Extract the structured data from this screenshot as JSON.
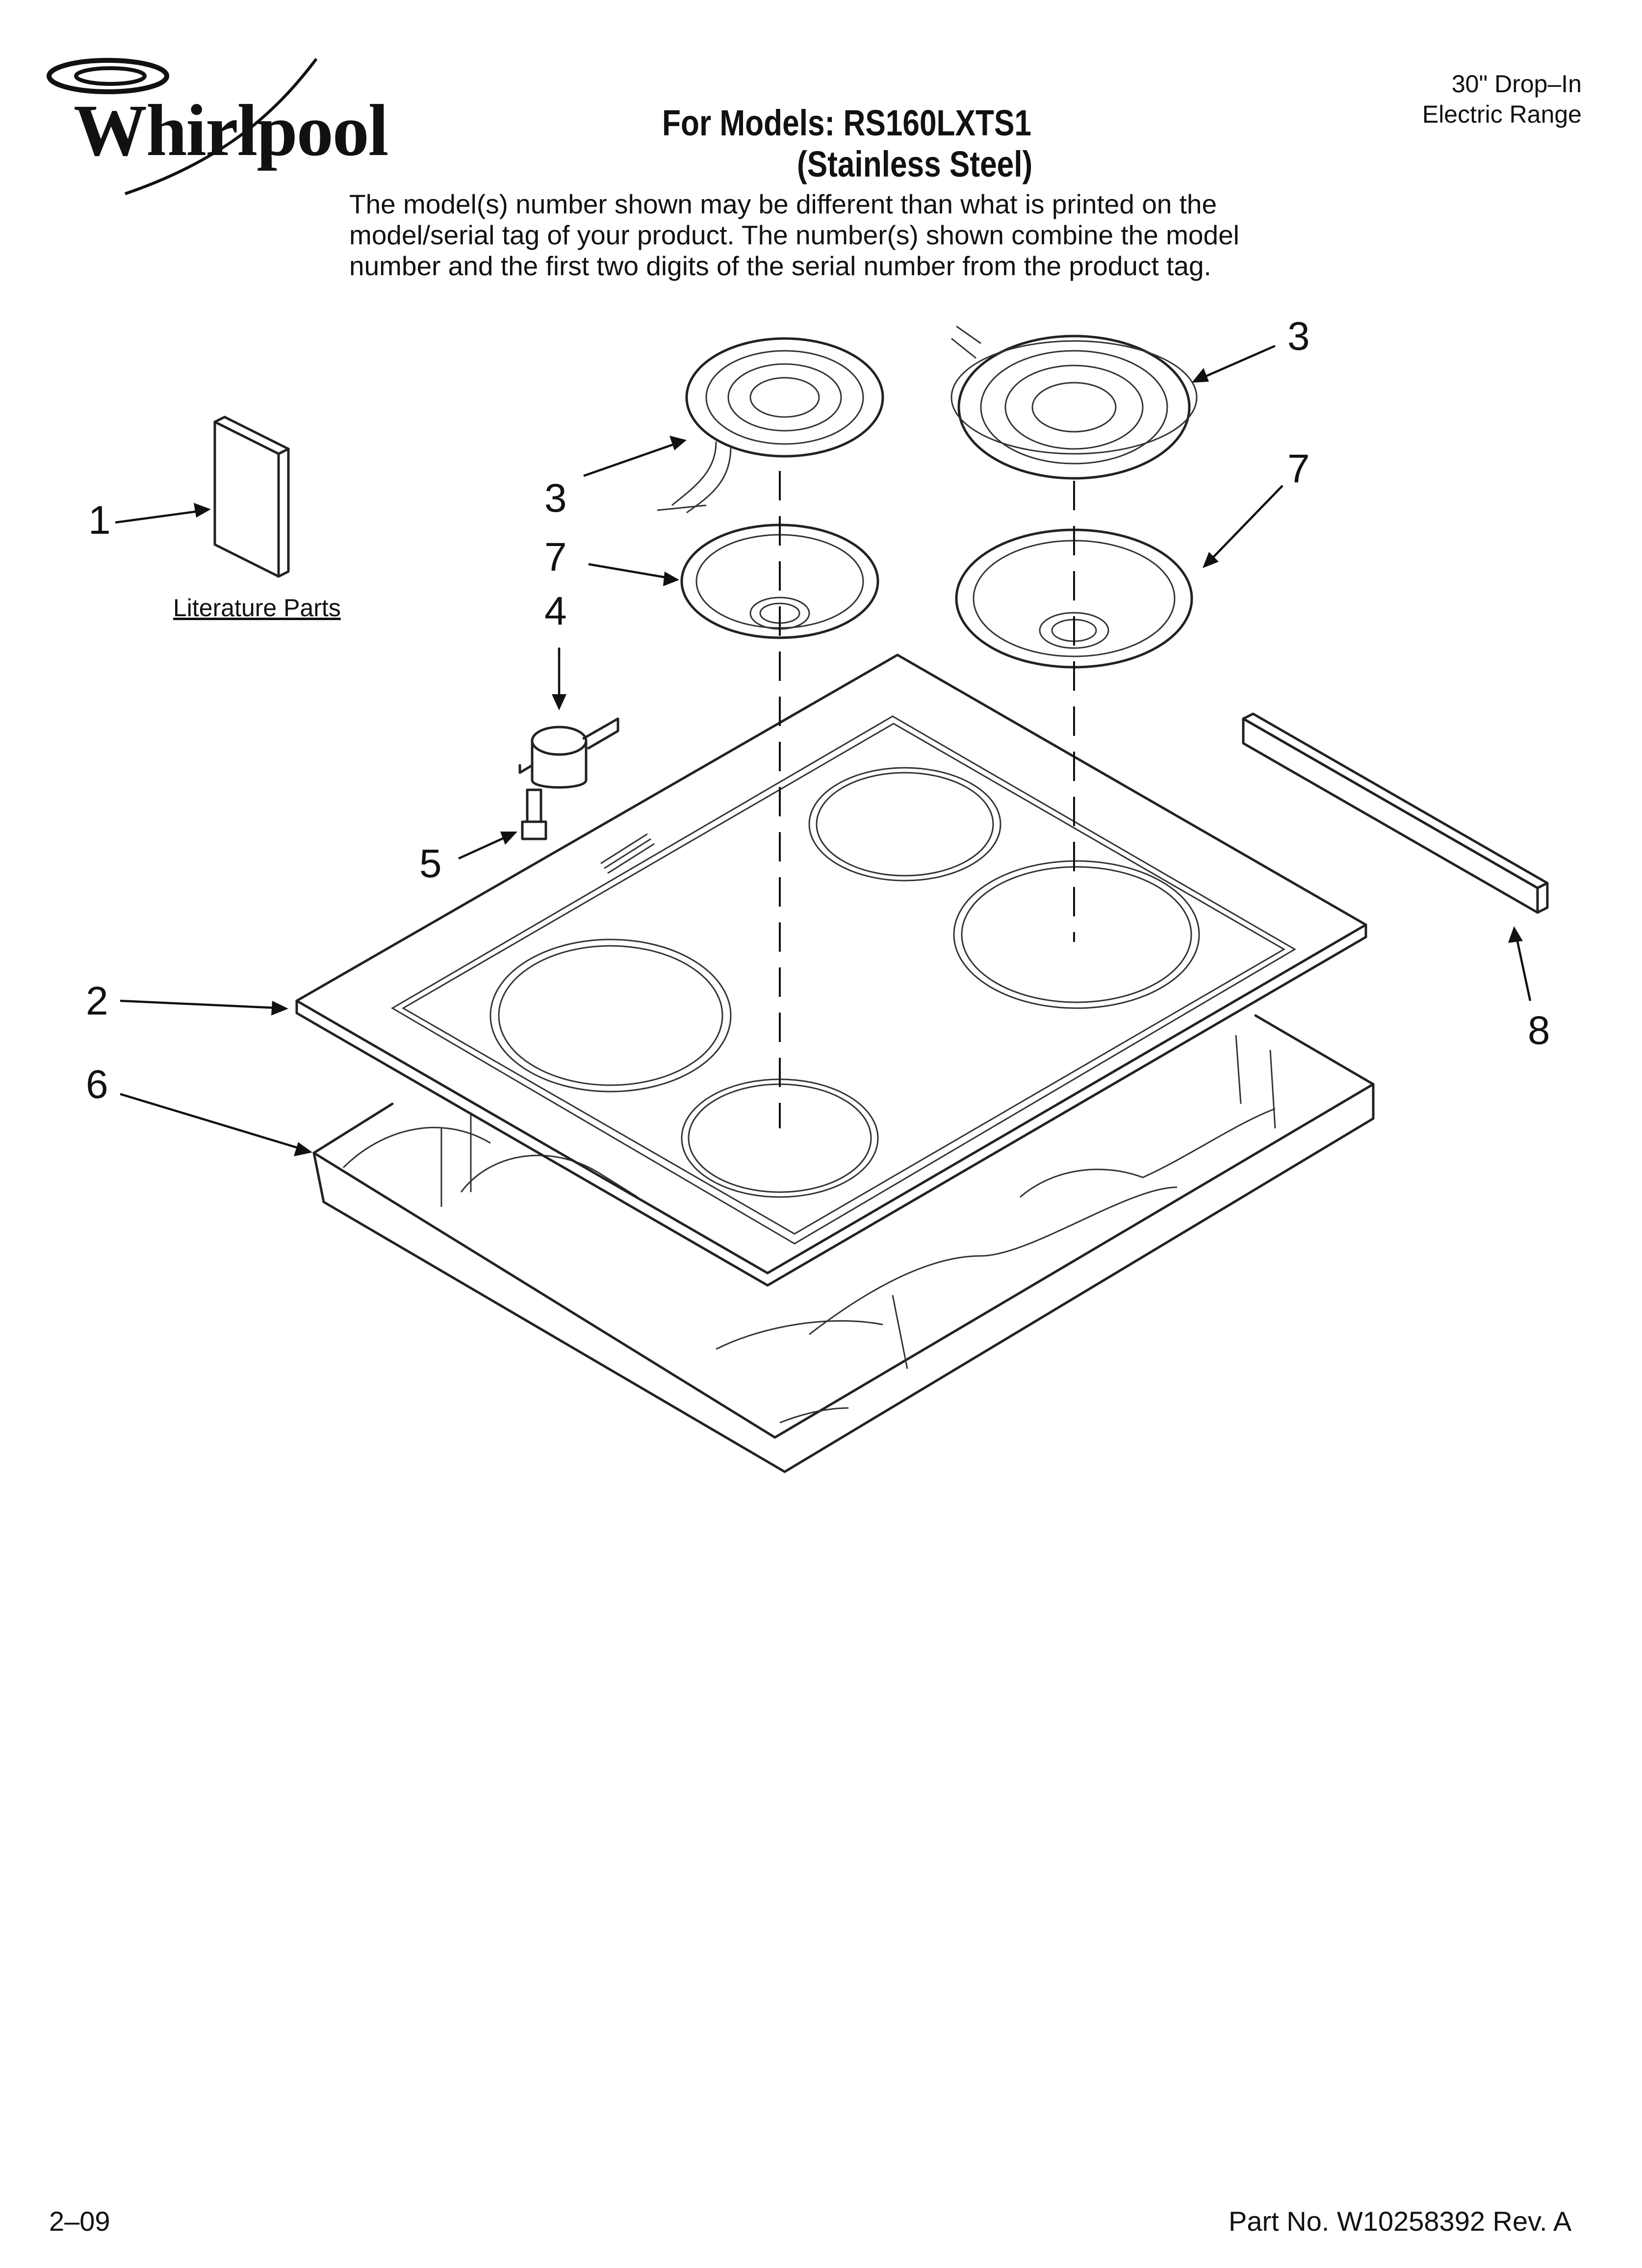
{
  "brand": {
    "name": "Whirlpool"
  },
  "header": {
    "title": "For Models: RS160LXTS1",
    "subtitle": "(Stainless Steel)",
    "intro_lines": [
      "The model(s) number shown may be different than what is printed on the",
      "model/serial tag of your product. The number(s) shown combine the model",
      "number and the first two digits of the serial number from the product tag."
    ],
    "product_type_lines": [
      "30\" Drop–In",
      "Electric Range"
    ]
  },
  "diagram": {
    "callouts": [
      "1",
      "2",
      "3",
      "3",
      "4",
      "5",
      "6",
      "7",
      "7",
      "8"
    ],
    "literature_label": "Literature Parts"
  },
  "footer": {
    "date_code": "2–09",
    "part_number": "Part No. W10258392 Rev. A"
  }
}
